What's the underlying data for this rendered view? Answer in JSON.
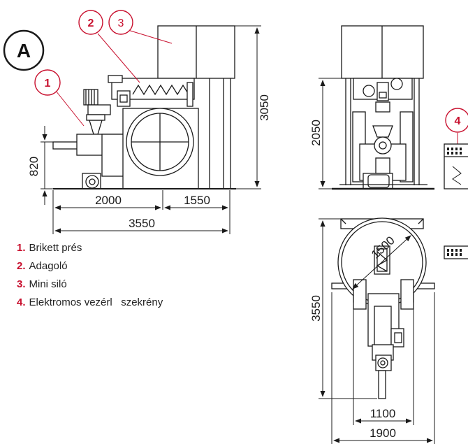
{
  "badge": {
    "letter": "A"
  },
  "callouts": [
    "1",
    "2",
    "3",
    "4"
  ],
  "dimensions": {
    "side_inlet_height": "820",
    "side_press_length": "2000",
    "side_silo_length": "1550",
    "side_total_length": "3550",
    "side_total_height": "3050",
    "front_height": "2050",
    "top_silo_diameter": "1500",
    "top_depth": "3550",
    "top_inner_width": "1100",
    "top_outer_width": "1900"
  },
  "legend": [
    {
      "num": "1.",
      "label": "Brikett prés"
    },
    {
      "num": "2.",
      "label": "Adagoló"
    },
    {
      "num": "3.",
      "label": "Mini siló"
    },
    {
      "num": "4.",
      "label": "Elektromos vezérl   szekrény"
    }
  ],
  "colors": {
    "accent": "#c8102e",
    "line": "#1a1a1a",
    "fill": "#ffffff"
  }
}
